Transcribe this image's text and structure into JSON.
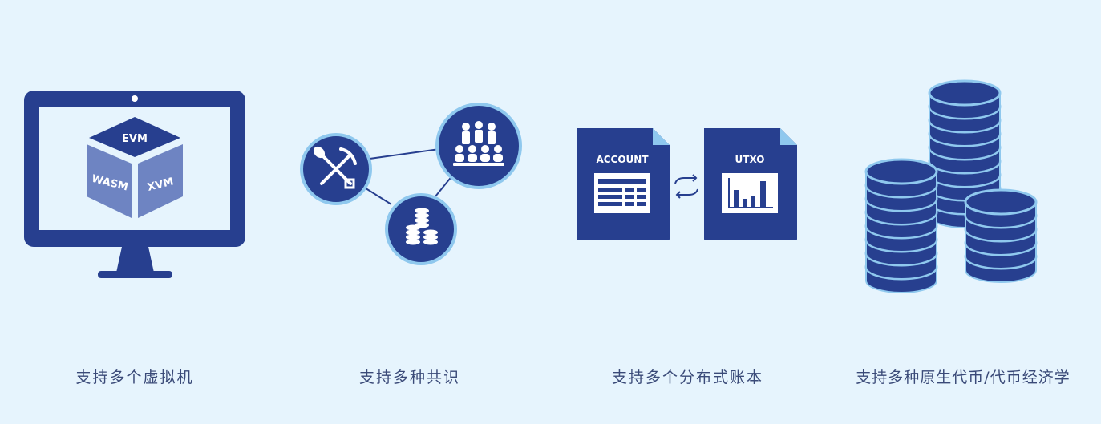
{
  "features": [
    {
      "caption": "支持多个虚拟机",
      "icon": "monitor-cube-icon",
      "vm_labels": {
        "top": "EVM",
        "left": "WASM",
        "right": "XVM"
      }
    },
    {
      "caption": "支持多种共识",
      "icon": "consensus-network-icon"
    },
    {
      "caption": "支持多个分布式账本",
      "icon": "ledger-documents-icon",
      "ledgers": {
        "left": "ACCOUNT",
        "right": "UTXO"
      }
    },
    {
      "caption": "支持多种原生代币/代币经济学",
      "icon": "coin-stacks-icon"
    }
  ],
  "colors": {
    "background": "#e6f4fd",
    "primary": "#273f8f",
    "light_face": "#6e84c2",
    "caption": "#3a4a78",
    "outline": "#8fc8ee"
  }
}
